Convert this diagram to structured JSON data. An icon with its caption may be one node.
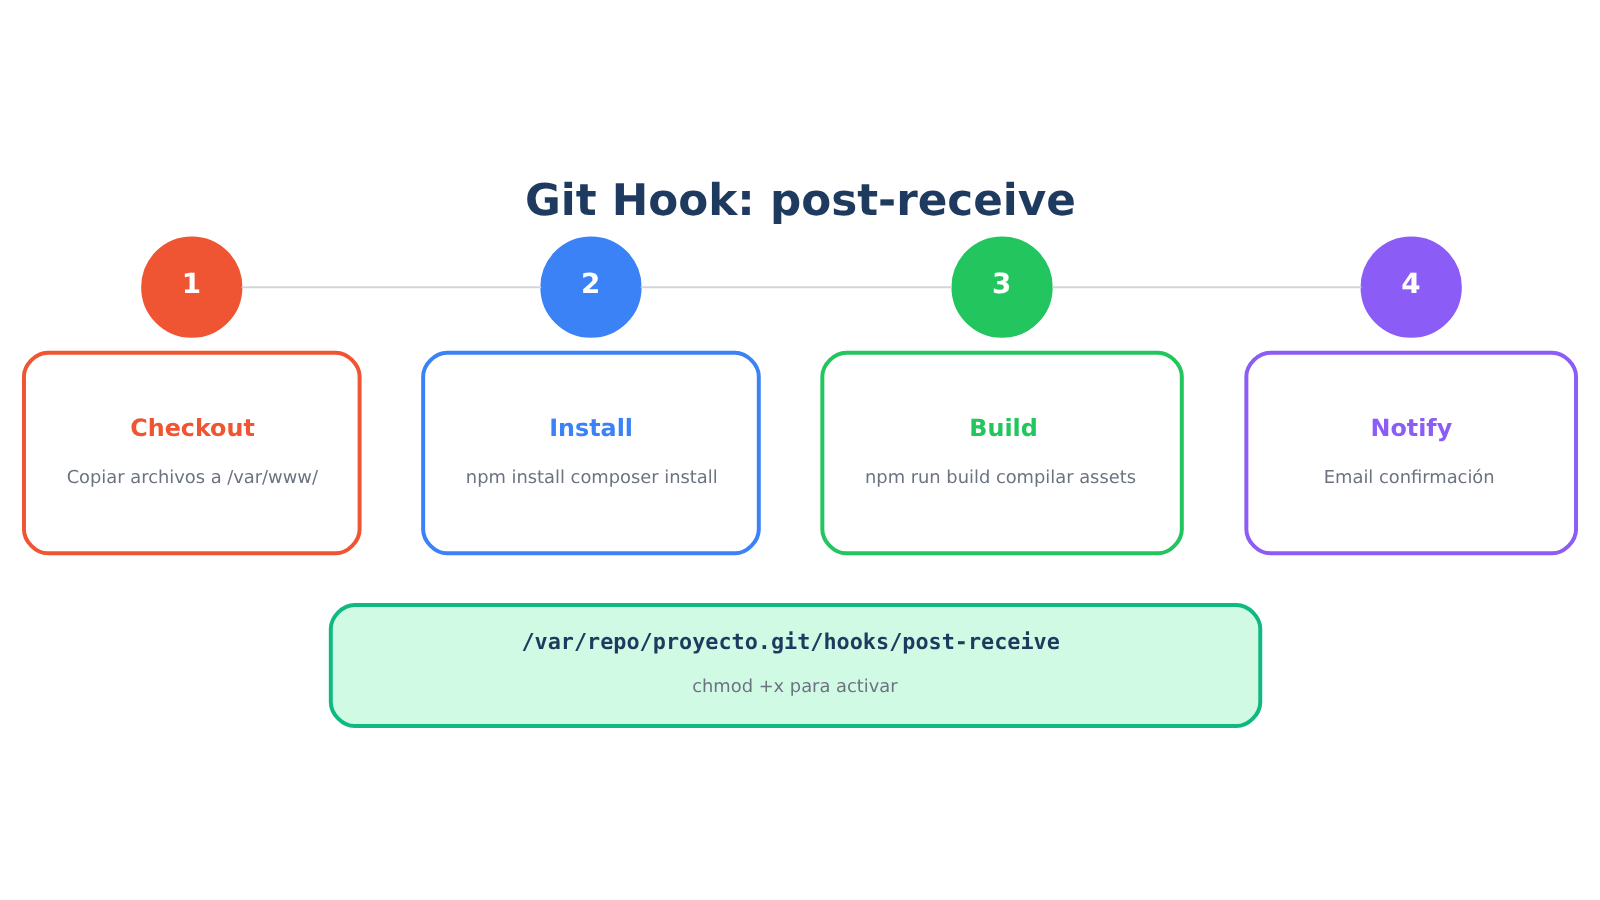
{
  "diagram": {
    "title": "Git Hook: post-receive",
    "nodes": [
      {
        "text": [
          "1"
        ]
      },
      {
        "text": [
          "2"
        ]
      },
      {
        "text": [
          "3"
        ]
      },
      {
        "text": [
          "4"
        ]
      },
      {
        "text": [
          "Checkout",
          "Copiar archivos a /var/www/"
        ]
      },
      {
        "text": [
          "Install",
          "npm install composer install"
        ]
      },
      {
        "text": [
          "Build",
          "npm run build compilar assets"
        ]
      },
      {
        "text": [
          "Notify",
          "Email confirmación"
        ]
      },
      {
        "text": [
          "/var/repo/proyecto.git/hooks/post-receive",
          "chmod +x para activar"
        ]
      }
    ],
    "edges": [
      {
        "from": 0,
        "to": 1,
        "arrow": "none"
      },
      {
        "from": 1,
        "to": 2,
        "arrow": "none"
      },
      {
        "from": 2,
        "to": 3,
        "arrow": "none"
      }
    ]
  }
}
